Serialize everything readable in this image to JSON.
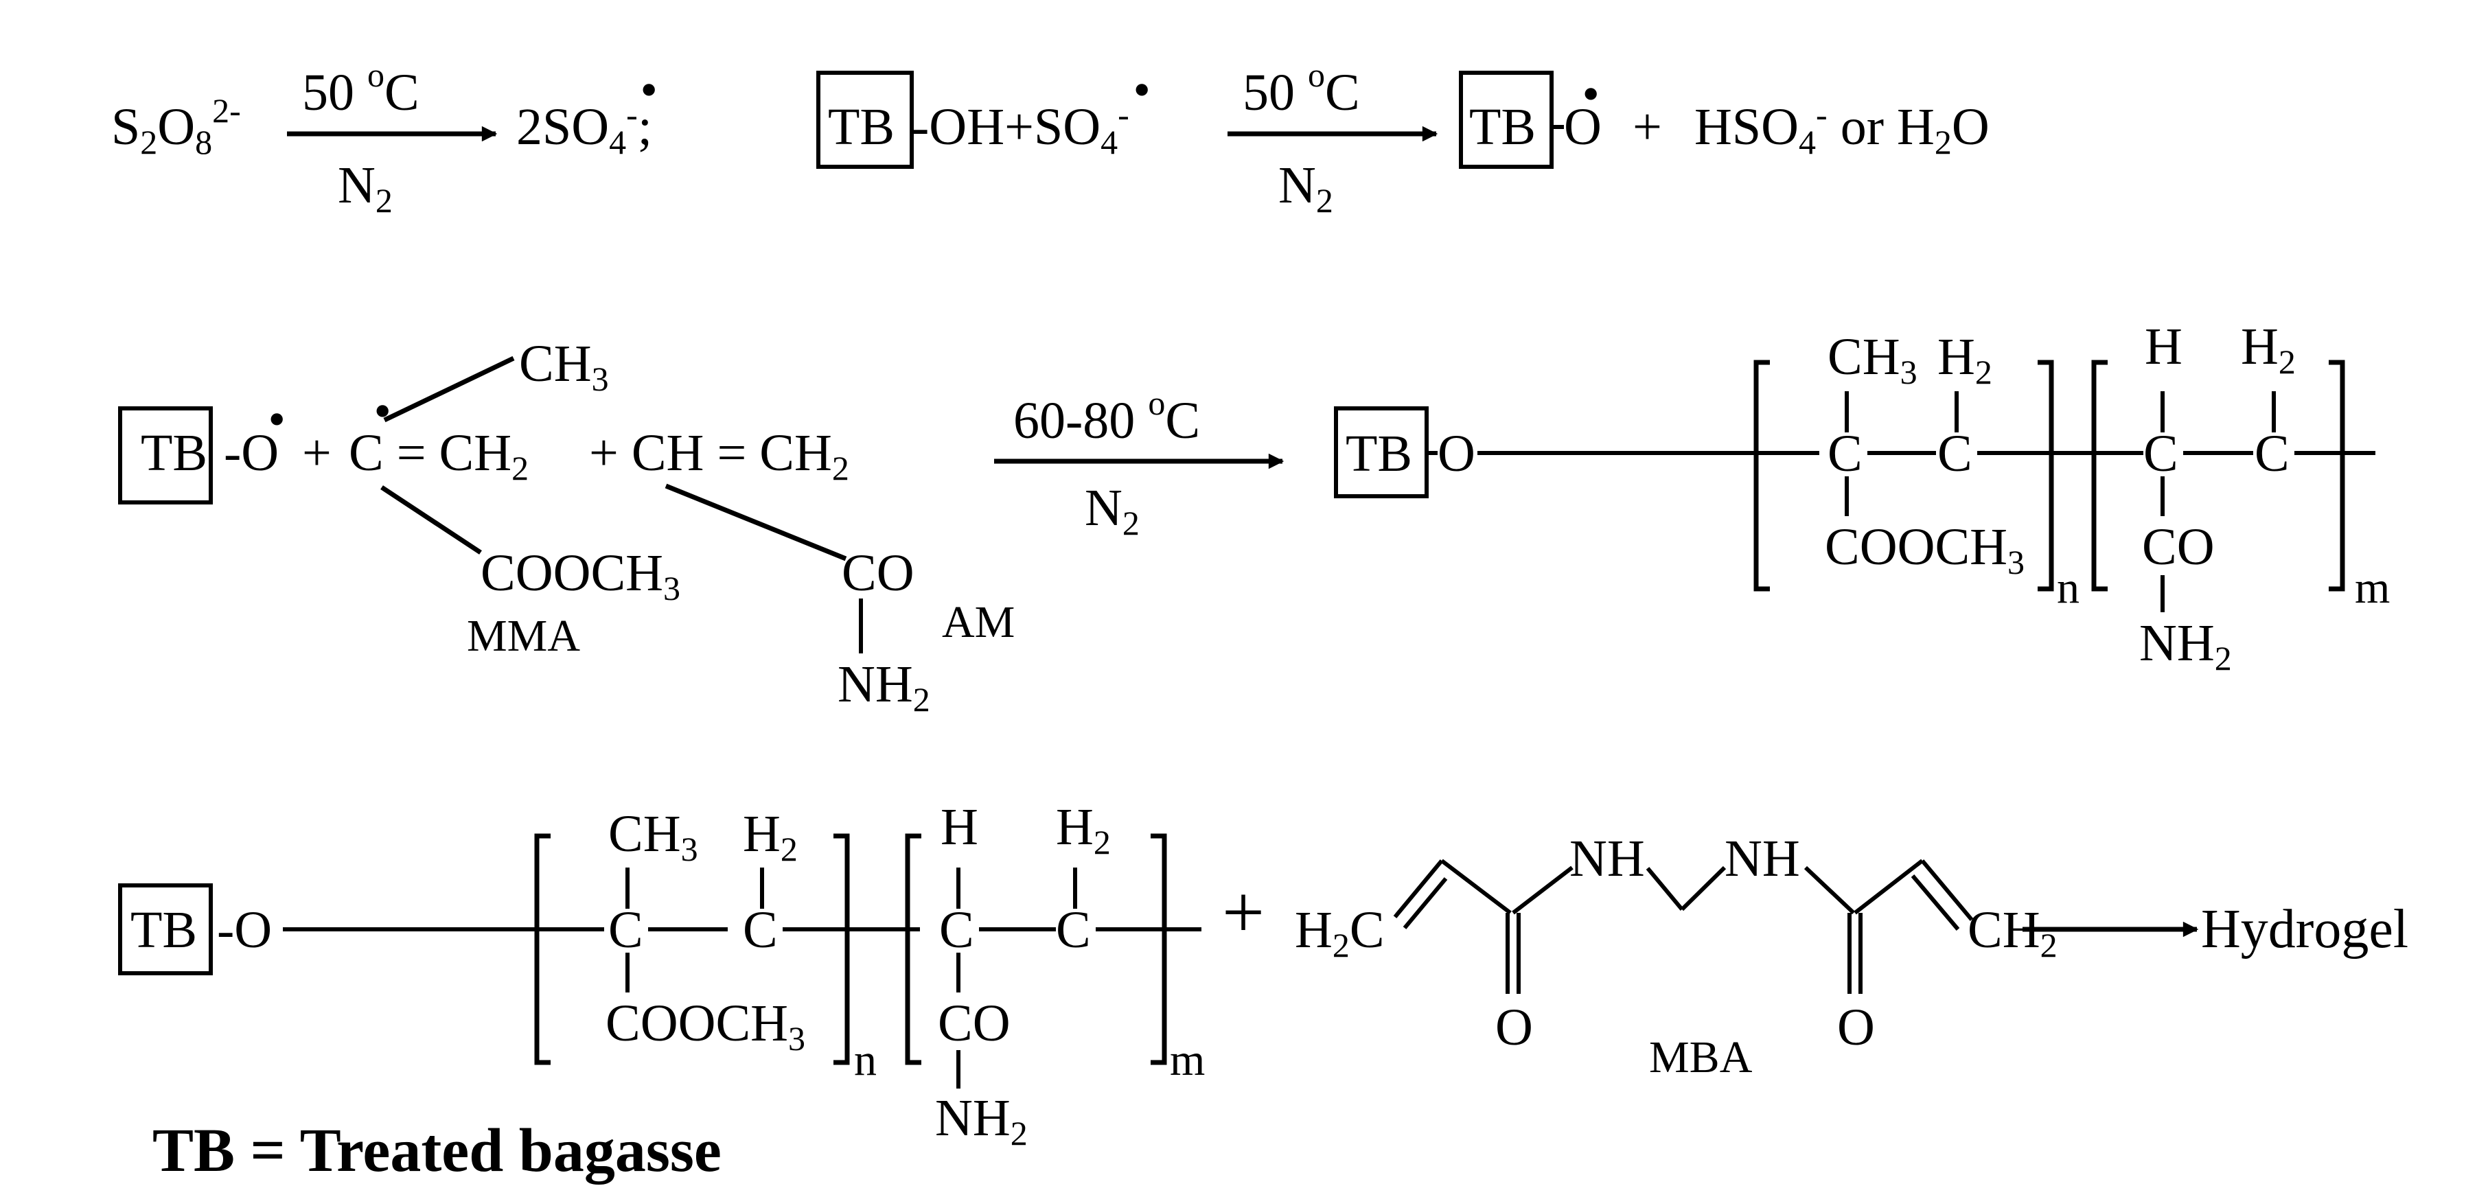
{
  "tb_label": "TB",
  "sub": {
    "s2": "2",
    "o8": "8",
    "charge_2minus": "2-",
    "two": "2",
    "four": "4",
    "three": "3",
    "n": "n",
    "m": "m",
    "minus": "-"
  },
  "radical_dot": "•",
  "cond": {
    "t50": "50 ",
    "t6080": "60-80 ",
    "o": "o",
    "C": "C",
    "N": "N"
  },
  "atoms": {
    "S": "S",
    "O": "O",
    "SO": "SO",
    "two_SO": "2SO",
    "semicolon": ";",
    "OH_plus_SO": "-OH+SO",
    "dash_O": "-O",
    "plus": "+",
    "HSO": "HSO",
    "or_H": " or H",
    "H2O_O": "O",
    "C": "C",
    "H": "H",
    "CH": "CH",
    "C_eq_CH": "C = CH",
    "plus_CH_eq_CH": "+ CH = CH",
    "COOCH": "COOCH",
    "CO": "CO",
    "NH": "NH",
    "H2C_H": "H",
    "H2C_C": "C"
  },
  "names": {
    "mma": "MMA",
    "am": "AM",
    "mba": "MBA",
    "hydrogel": "Hydrogel",
    "legend": "TB = Treated bagasse"
  }
}
